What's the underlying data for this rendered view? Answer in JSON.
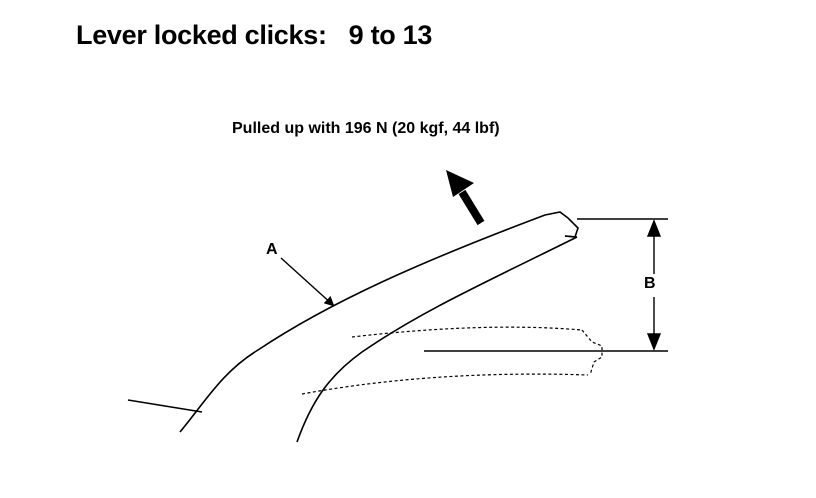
{
  "heading": {
    "label": "Lever locked clicks:",
    "value": "9 to 13"
  },
  "force_note": "Pulled up with 196 N (20 kgf, 44 lbf)",
  "callouts": {
    "a": "A",
    "b": "B"
  }
}
